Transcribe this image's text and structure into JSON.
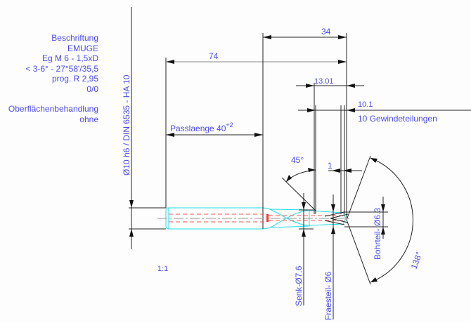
{
  "notes": {
    "lines": [
      "Beschriftung",
      "EMUGE",
      "Eg M 6 - 1,5xD",
      "< 3-6° - 27°58'/35,5",
      "prog. R 2,95",
      "0/0"
    ],
    "surface_title": "Oberflächenbehandlung",
    "surface_value": "ohne"
  },
  "shank_dim": "Ø10  h6 / DIN 6535 - HA 10",
  "dims": {
    "d74": "74",
    "d34": "34",
    "d1301": "13.01",
    "d101": "10.1",
    "threads": "10 Gewindeteilungen",
    "pass": "Passlaenge  40",
    "pass_tol": "+2",
    "angle45": "45°",
    "d1": "1",
    "bohr": "Bohrteil- Ø6.3",
    "angle138": "138°",
    "senk": "Senk-Ø7.6",
    "fraes": "Fraesteil- Ø6"
  },
  "scale": "1:1",
  "colors": {
    "text": "#4b4bee",
    "tool": "#22dde8",
    "core": "#ff5555"
  }
}
